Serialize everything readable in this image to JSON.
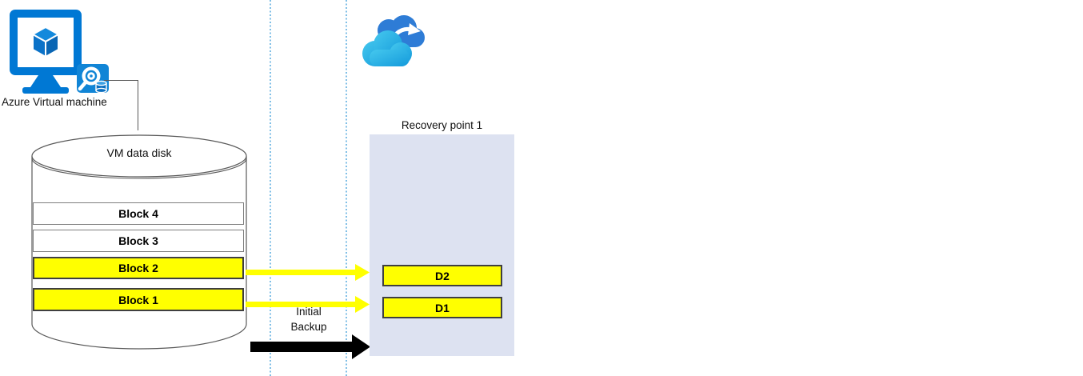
{
  "diagram": {
    "vm": {
      "label": "Azure Virtual machine"
    },
    "disk": {
      "title": "VM data disk",
      "blocks": [
        {
          "label": "Block 4",
          "highlighted": false
        },
        {
          "label": "Block 3",
          "highlighted": false
        },
        {
          "label": "Block 2",
          "highlighted": true
        },
        {
          "label": "Block 1",
          "highlighted": true
        }
      ]
    },
    "transfer": {
      "line1": "Initial",
      "line2": "Backup"
    },
    "recovery_point": {
      "title": "Recovery point 1",
      "blocks": [
        {
          "label": "D2"
        },
        {
          "label": "D1"
        }
      ]
    },
    "icons": {
      "vm": "azure-virtual-machine-icon",
      "cloud": "azure-backup-cloud-icon"
    },
    "colors": {
      "azure_blue": "#0078d4",
      "highlight_yellow": "#ffff00",
      "recovery_box_fill": "#dde2f1",
      "dotted_line_blue": "#6ab4e2",
      "block_border_dark": "#3f3f3f",
      "block_border_gray": "#7f7f7f",
      "cylinder_stroke": "#595959",
      "arrow_black": "#000000",
      "cloud_back_blue": "#2e7cd6",
      "cloud_front_cyan": "#3cc3ec"
    }
  }
}
